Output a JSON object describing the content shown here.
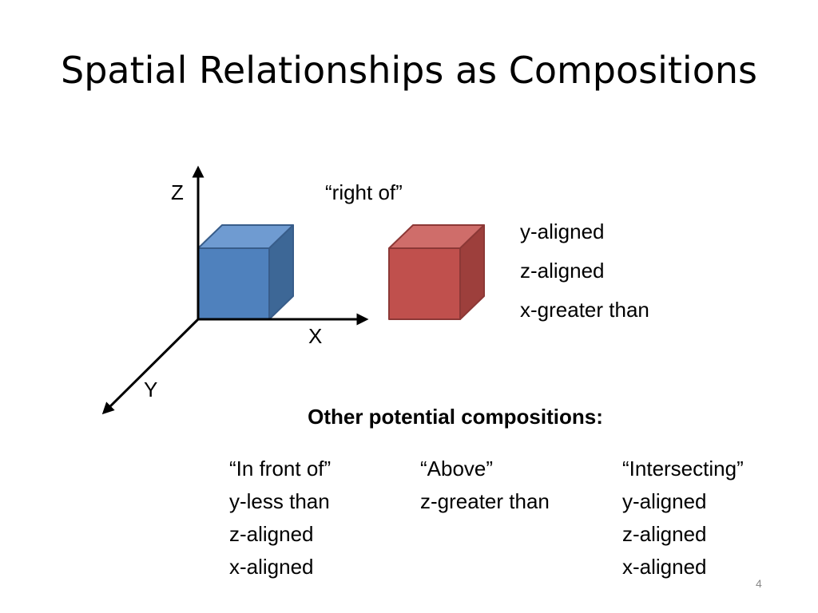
{
  "slide": {
    "title": "Spatial Relationships as Compositions",
    "page_number": "4"
  },
  "diagram": {
    "axes": {
      "z_label": "Z",
      "x_label": "X",
      "y_label": "Y"
    },
    "relation_label": "“right of”",
    "relation_properties": [
      "y-aligned",
      "z-aligned",
      "x-greater than"
    ],
    "colors": {
      "blue_front": "#4f81bd",
      "blue_top": "#6f9bd1",
      "blue_side": "#3d6796",
      "blue_stroke": "#385d8a",
      "red_front": "#c0504d",
      "red_top": "#cf6d6a",
      "red_side": "#9d3f3c",
      "red_stroke": "#8c3836",
      "axis": "#000000"
    }
  },
  "other": {
    "heading": "Other potential compositions:",
    "columns": [
      {
        "title": "“In front of”",
        "lines": [
          "y-less than",
          "z-aligned",
          "x-aligned"
        ]
      },
      {
        "title": "“Above”",
        "lines": [
          "z-greater than"
        ]
      },
      {
        "title": "“Intersecting”",
        "lines": [
          "y-aligned",
          "z-aligned",
          "x-aligned"
        ]
      }
    ]
  }
}
